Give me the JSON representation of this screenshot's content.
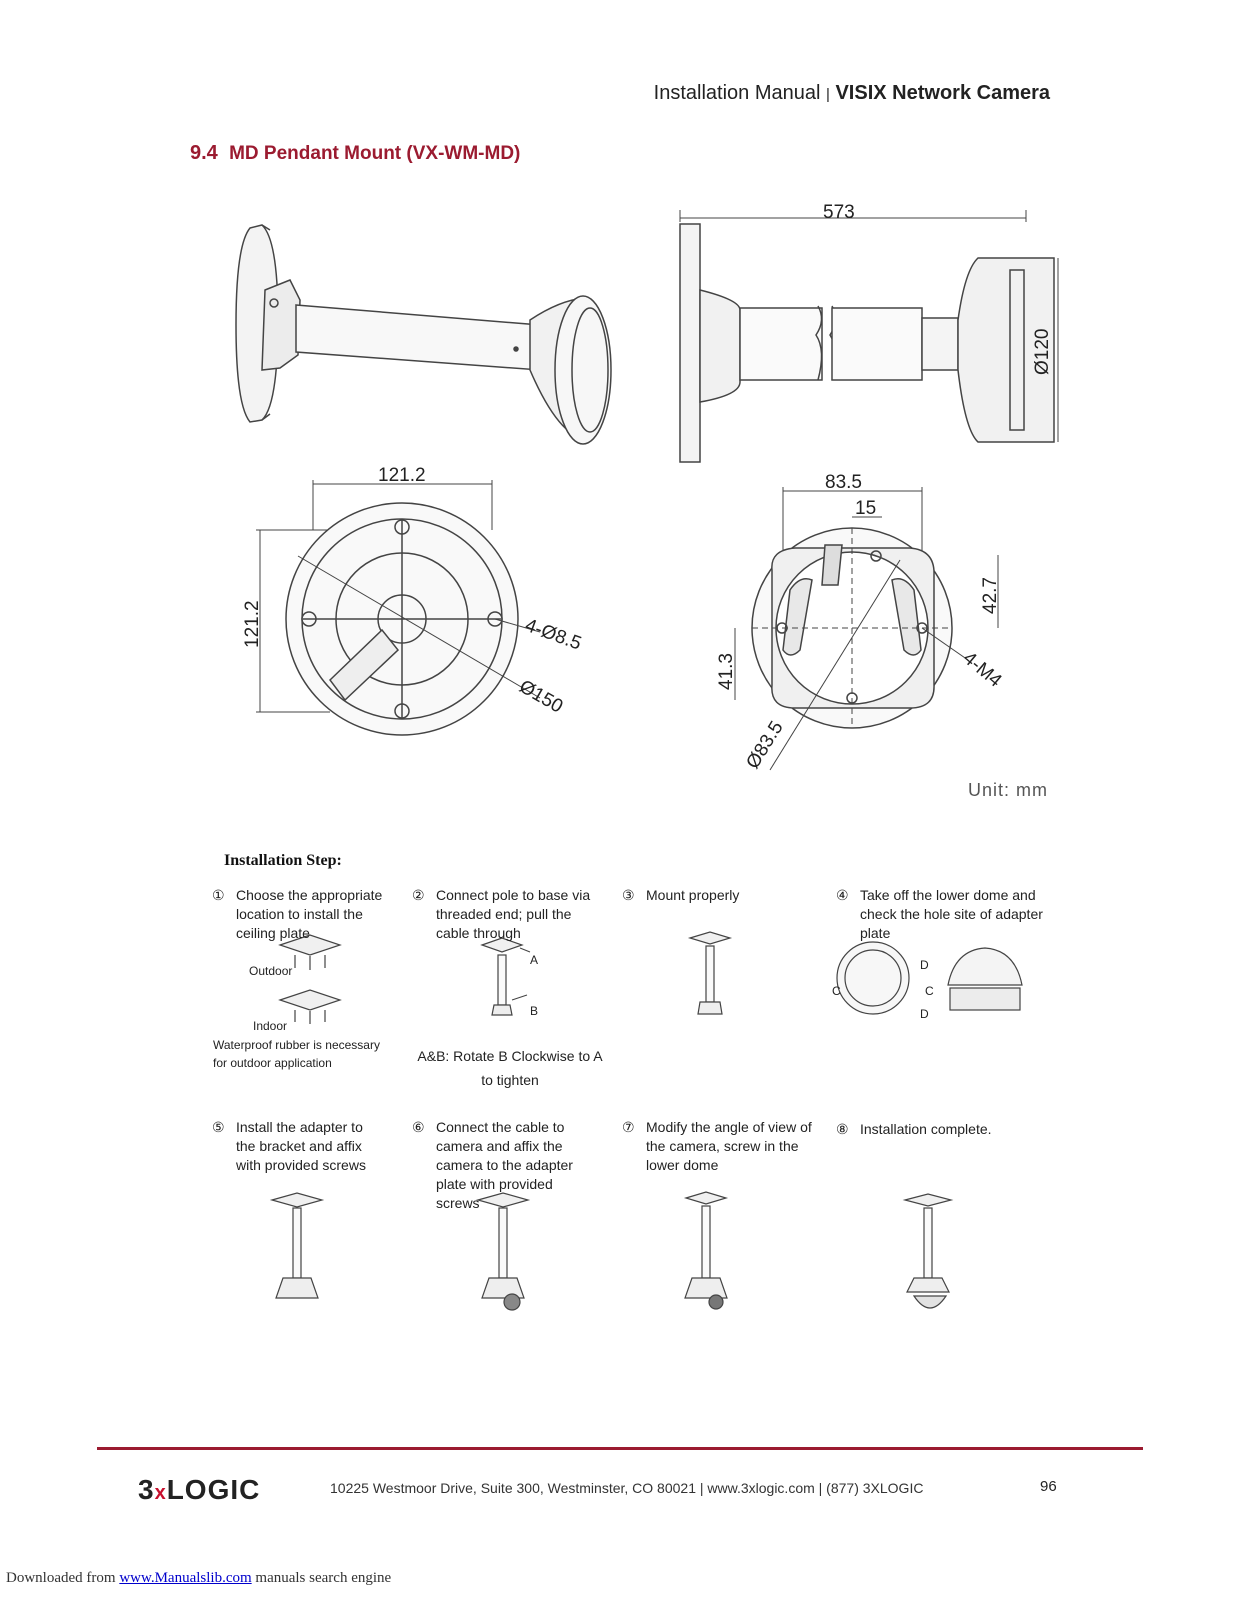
{
  "header": {
    "manual": "Installation Manual",
    "sep": "|",
    "product": "VISIX Network Camera"
  },
  "section": {
    "number": "9.4",
    "title": "MD Pendant Mount (VX-WM-MD)"
  },
  "dimensions": {
    "length": "573",
    "diam_120": "Ø120",
    "base_w": "121.2",
    "base_h": "121.2",
    "holes": "4-Ø8.5",
    "diam_150": "Ø150",
    "adapter_w": "83.5",
    "adapter_15": "15",
    "adapter_42": "42.7",
    "adapter_41": "41.3",
    "screws": "4-M4",
    "diam_83": "Ø83.5"
  },
  "unit": "Unit:   mm",
  "install": {
    "title": "Installation Step:",
    "steps": [
      {
        "n": "①",
        "text": "Choose the appropriate location to install the ceiling plate"
      },
      {
        "n": "②",
        "text": "Connect pole to base via threaded end; pull the cable through"
      },
      {
        "n": "③",
        "text": "Mount properly"
      },
      {
        "n": "④",
        "text": "Take off the lower dome and check the hole site of adapter plate"
      },
      {
        "n": "⑤",
        "text": "Install the adapter to the bracket and affix with provided screws"
      },
      {
        "n": "⑥",
        "text": "Connect the cable to camera and affix the camera to the adapter plate with provided screws"
      },
      {
        "n": "⑦",
        "text": "Modify the angle of view of the camera, screw in the lower dome"
      },
      {
        "n": "⑧",
        "text": "Installation complete."
      }
    ],
    "outdoor": "Outdoor",
    "indoor": "Indoor",
    "waterproof": "Waterproof rubber is necessary for outdoor application",
    "label_a": "A",
    "label_b": "B",
    "rotate": "A&B: Rotate B Clockwise to A to tighten",
    "label_c": "C",
    "label_d": "D"
  },
  "footer": {
    "logo_pre": "3",
    "logo_x": "x",
    "logo_post": "LOGIC",
    "address": "10225 Westmoor Drive, Suite 300, Westminster, CO 80021 | www.3xlogic.com | (877) 3XLOGIC",
    "page": "96"
  },
  "download": {
    "pre": "Downloaded from ",
    "link": "www.Manualslib.com",
    "post": " manuals search engine"
  }
}
